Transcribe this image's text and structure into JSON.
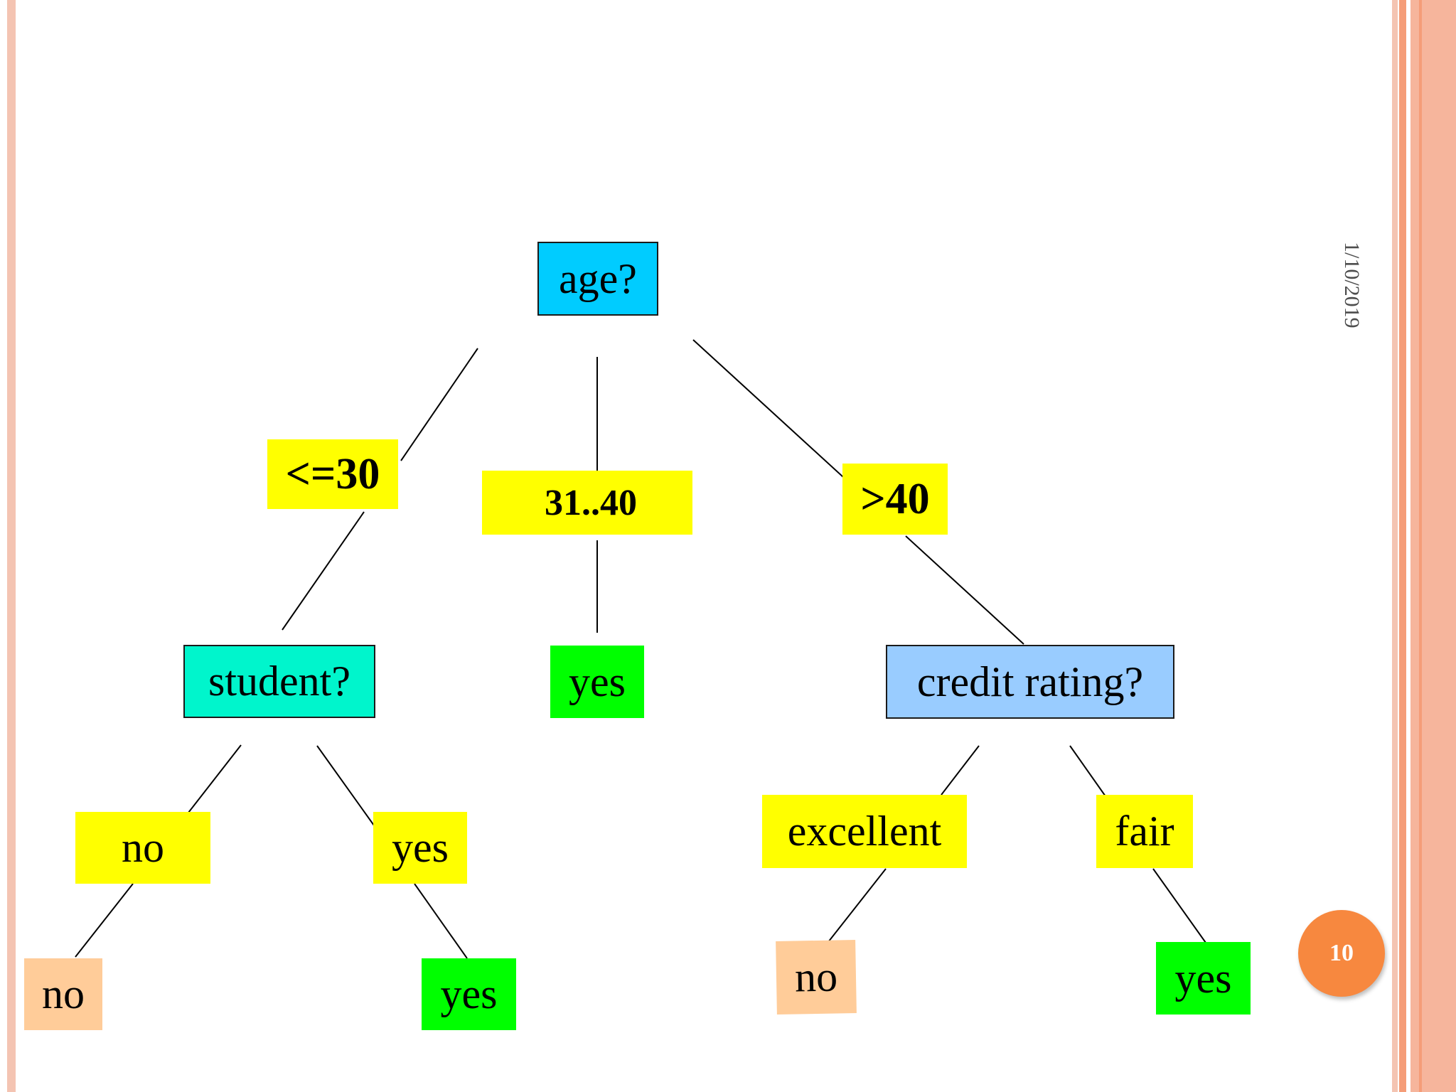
{
  "slide": {
    "date": "1/10/2019",
    "page_number": "10"
  },
  "colors": {
    "frame_outer": "#f4c4b2",
    "frame_inner": "#f59d78",
    "attribute_blue": "#00ccff",
    "attribute_teal": "#00f5cc",
    "attribute_lightblue": "#99ccff",
    "branch_yellow": "#ffff00",
    "leaf_yes_green": "#00ff00",
    "leaf_no_peach": "#ffcc99",
    "badge_orange": "#f7883f"
  },
  "tree": {
    "root": "age?",
    "branch_le30": "<=30",
    "branch_31_40": "31..40",
    "branch_gt40": ">40",
    "node_student": "student?",
    "leaf_31_40_yes": "yes",
    "node_credit": "credit rating?",
    "branch_student_no": "no",
    "branch_student_yes": "yes",
    "leaf_student_no": "no",
    "leaf_student_yes": "yes",
    "branch_credit_excellent": "excellent",
    "branch_credit_fair": "fair",
    "leaf_credit_no": "no",
    "leaf_credit_yes": "yes"
  }
}
